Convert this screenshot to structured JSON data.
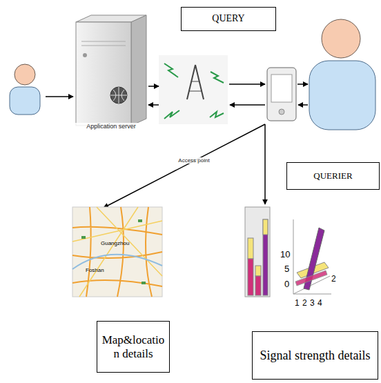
{
  "diagram": {
    "nodes": [
      {
        "text": [
          "QUERY"
        ]
      },
      {
        "text": [
          "Application server"
        ]
      },
      {
        "text": [
          "Access point"
        ]
      },
      {
        "text": [
          "QUERIER"
        ]
      },
      {
        "text": [
          "Map&location details"
        ]
      },
      {
        "text": [
          "Signal strength details"
        ]
      }
    ],
    "edges": [
      {
        "from": 1,
        "to": 2,
        "arrow": "to"
      },
      {
        "from": 2,
        "to": 1,
        "arrow": "to"
      }
    ],
    "labels": [
      "Guangzhou",
      "Foshan",
      "10",
      "5",
      "0",
      "1",
      "2",
      "3",
      "4",
      "2"
    ]
  }
}
